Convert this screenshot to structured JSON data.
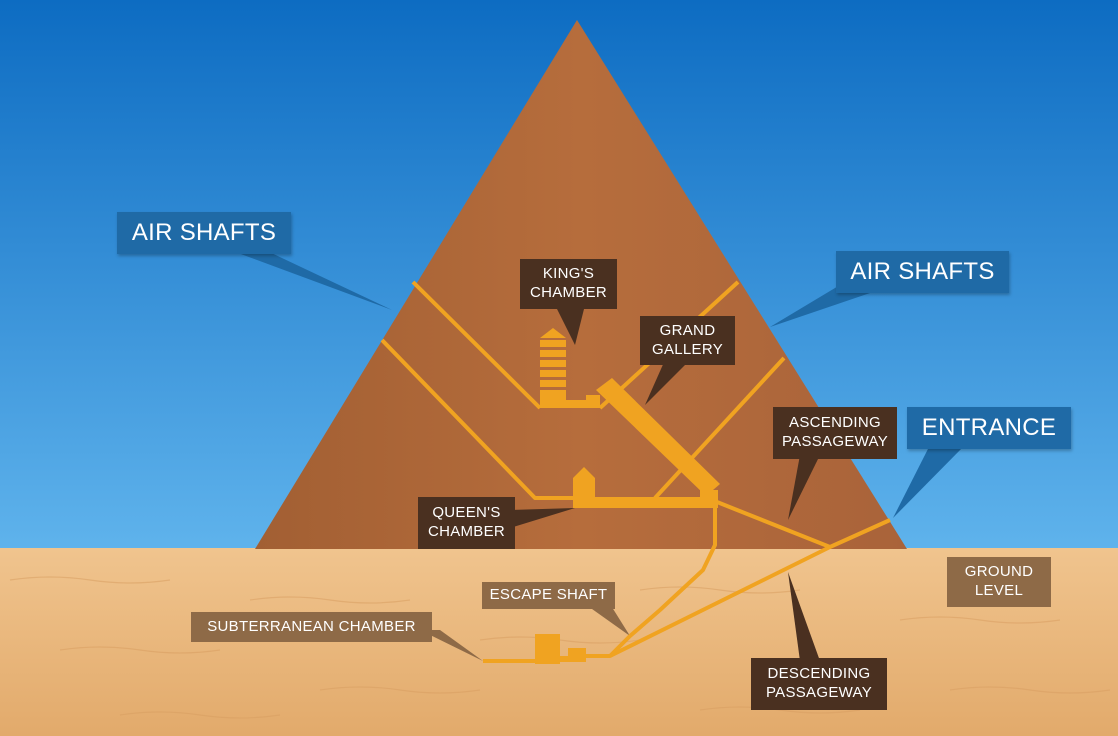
{
  "labels": {
    "air_shafts_left": "AIR SHAFTS",
    "air_shafts_right": "AIR SHAFTS",
    "entrance": "ENTRANCE",
    "kings_chamber": "KING'S\nCHAMBER",
    "grand_gallery": "GRAND\nGALLERY",
    "ascending_passageway": "ASCENDING\nPASSAGEWAY",
    "queens_chamber": "QUEEN'S\nCHAMBER",
    "escape_shaft": "ESCAPE SHAFT",
    "subterranean_chamber": "SUBTERRANEAN CHAMBER",
    "ground_level": "GROUND\nLEVEL",
    "descending_passageway": "DESCENDING\nPASSAGEWAY"
  },
  "colors": {
    "sky_top": "#0d6cc2",
    "sky_bottom": "#5fb3ec",
    "pyramid": "#b26a3a",
    "sand": "#e8b77c",
    "passage": "#f0a321",
    "label_blue": "#1f6aa6",
    "label_dark": "#4a3020",
    "label_sand": "#8e6a47"
  }
}
